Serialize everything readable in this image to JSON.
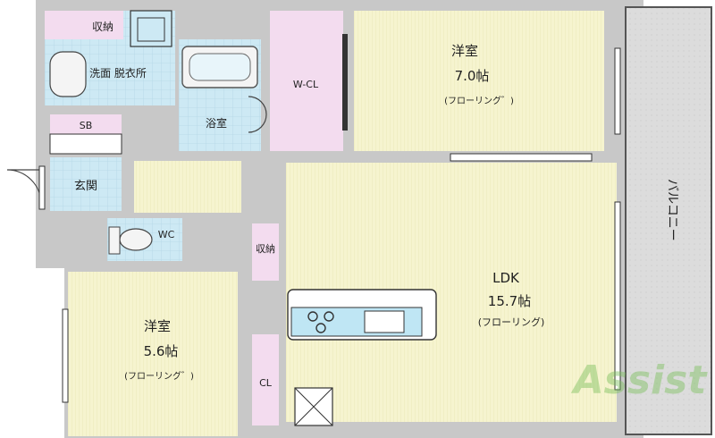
{
  "rooms": {
    "western_north": {
      "name": "洋室",
      "size": "7.0帖",
      "floor": "(フローリング゛)"
    },
    "western_south": {
      "name": "洋室",
      "size": "5.6帖",
      "floor": "(フローリング゛)"
    },
    "ldk": {
      "name": "LDK",
      "size": "15.7帖",
      "floor": "(フローリング)"
    },
    "wcl": {
      "name": "W-CL"
    },
    "cl": {
      "name": "CL"
    },
    "storage_top": {
      "name": "収納"
    },
    "storage_mid": {
      "name": "収納"
    },
    "washroom": {
      "name": "洗面 脱衣所"
    },
    "bath": {
      "name": "浴室"
    },
    "entrance": {
      "name": "玄関"
    },
    "shoebox": {
      "name": "SB"
    },
    "toilet": {
      "name": "WC"
    },
    "balcony": {
      "name": "バルコニー"
    }
  },
  "watermark": {
    "text": "Assist"
  },
  "colors": {
    "room_floor": "#f6f4cf",
    "wet_area": "#cde9f4",
    "closet": "#f3dcef",
    "wall": "#c8c8c8",
    "balcony": "#dcdcdc",
    "kitchen": "#bfe6f4"
  }
}
